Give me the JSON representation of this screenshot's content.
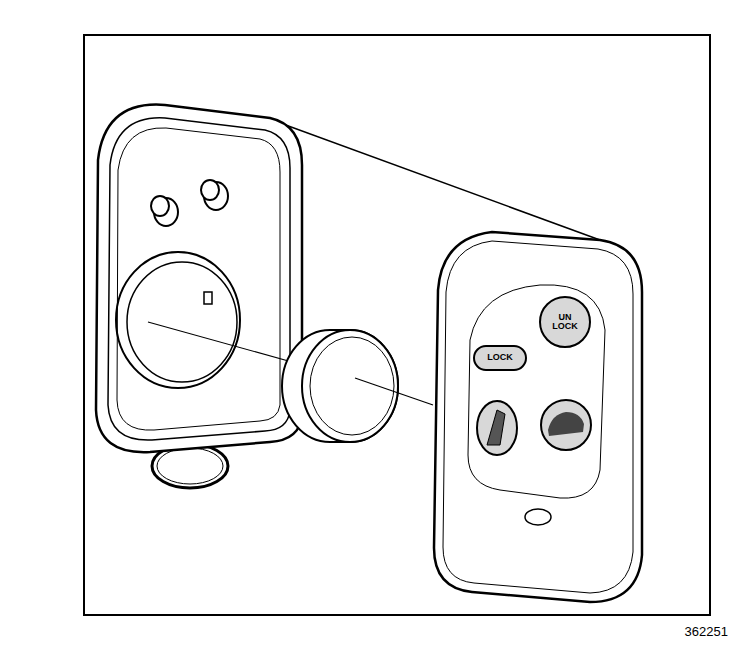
{
  "diagram": {
    "nodes": [
      {
        "text": [
          "LOCK"
        ]
      },
      {
        "text": [
          "UN LOCK"
        ]
      }
    ],
    "labels": [
      "362251"
    ]
  }
}
